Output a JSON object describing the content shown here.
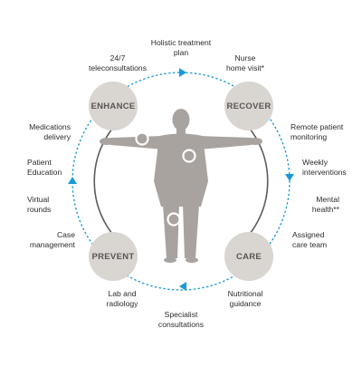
{
  "nodes": {
    "enhance": "ENHANCE",
    "recover": "RECOVER",
    "prevent": "PREVENT",
    "care": "CARE"
  },
  "labels": {
    "holistic": [
      "Holistic treatment",
      "plan"
    ],
    "teleconsult": [
      "24/7",
      "teleconsultations"
    ],
    "nurse": [
      "Nurse",
      "home visit*"
    ],
    "medications": [
      "Medications",
      "delivery"
    ],
    "remote": [
      "Remote patient",
      "monitoring"
    ],
    "education": [
      "Patient",
      "Education"
    ],
    "weekly": [
      "Weekly",
      "interventions"
    ],
    "virtual": [
      "Virtual",
      "rounds"
    ],
    "mental": [
      "Mental",
      "health**"
    ],
    "case": [
      "Case",
      "management"
    ],
    "assigned": [
      "Assigned",
      "care team"
    ],
    "lab": [
      "Lab and",
      "radiology"
    ],
    "nutrition": [
      "Nutritional",
      "guidance"
    ],
    "specialist": [
      "Specialist",
      "consultations"
    ]
  },
  "colors": {
    "ring": "#1a9ad6",
    "node": "#d9d5d1",
    "figure": "#a8a39f",
    "text": "#2b2b2b"
  }
}
